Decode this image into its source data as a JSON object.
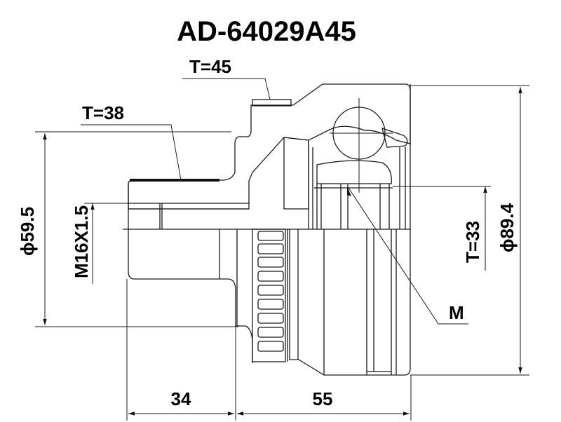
{
  "title": "AD-64029A45",
  "labels": {
    "teeth_outer": "T=45",
    "teeth_spline": "T=38",
    "teeth_inner": "T=33",
    "thread": "M16X1.5",
    "diameter_small": "ϕ59.5",
    "diameter_large": "ϕ89.4",
    "marker": "M",
    "length_shaft": "34",
    "length_body": "55"
  },
  "colors": {
    "line": "#1a1a1a",
    "background": "#ffffff"
  }
}
